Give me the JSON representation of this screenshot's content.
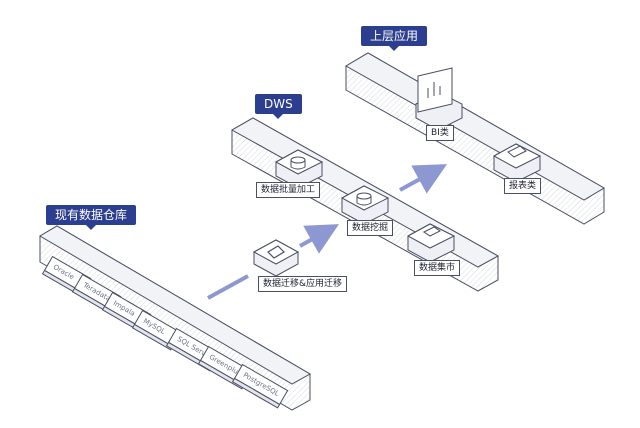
{
  "layers": {
    "existing": {
      "title": "现有数据仓库"
    },
    "dws": {
      "title": "DWS"
    },
    "apps": {
      "title": "上层应用"
    }
  },
  "databases": [
    "Oracle",
    "Teradata",
    "Impala",
    "MySQL",
    "SQL Server",
    "Greenplum",
    "PostgreSQL"
  ],
  "migration": {
    "label": "数据迁移&应用迁移"
  },
  "dws_nodes": [
    "数据批量加工",
    "数据挖掘",
    "数据集市"
  ],
  "app_nodes": [
    "BI类",
    "报表类"
  ],
  "colors": {
    "accent": "#2c3e8f",
    "arrow": "#8d97d1",
    "platform": "#f2f3f7",
    "stroke": "#4a4f63"
  },
  "icons": [
    "database-icon",
    "database-chip-icon",
    "report-board-icon",
    "monitor-chart-icon",
    "chart-panel-icon",
    "tag-icon"
  ]
}
